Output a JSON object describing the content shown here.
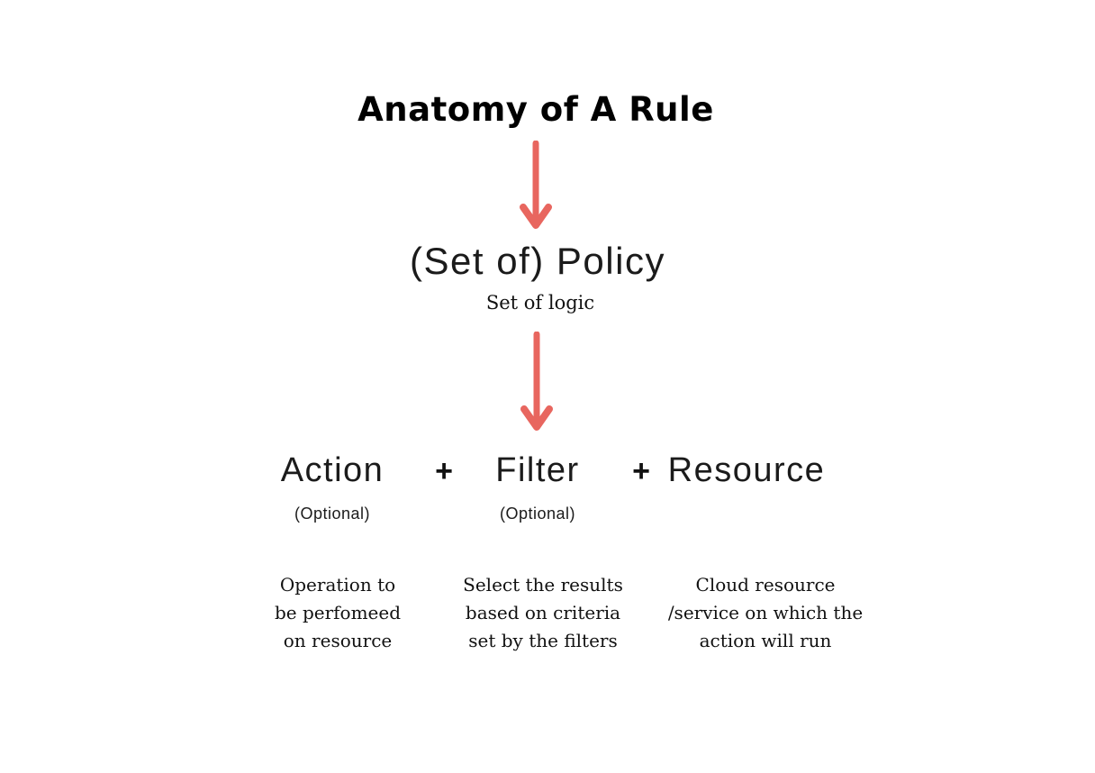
{
  "title": "Anatomy of A Rule",
  "policy": {
    "label": "(Set of) Policy",
    "subtitle": "Set of logic"
  },
  "operator": "+",
  "components": [
    {
      "label": "Action",
      "note": "(Optional)",
      "description": "Operation to\nbe perfomeed\non resource"
    },
    {
      "label": "Filter",
      "note": "(Optional)",
      "description": "Select the results\nbased on criteria\nset by the filters"
    },
    {
      "label": "Resource",
      "note": "",
      "description": "Cloud resource\n/service on which the\naction will run"
    }
  ],
  "colors": {
    "arrow": "#e8665f",
    "text": "#000000",
    "background": "#ffffff"
  }
}
